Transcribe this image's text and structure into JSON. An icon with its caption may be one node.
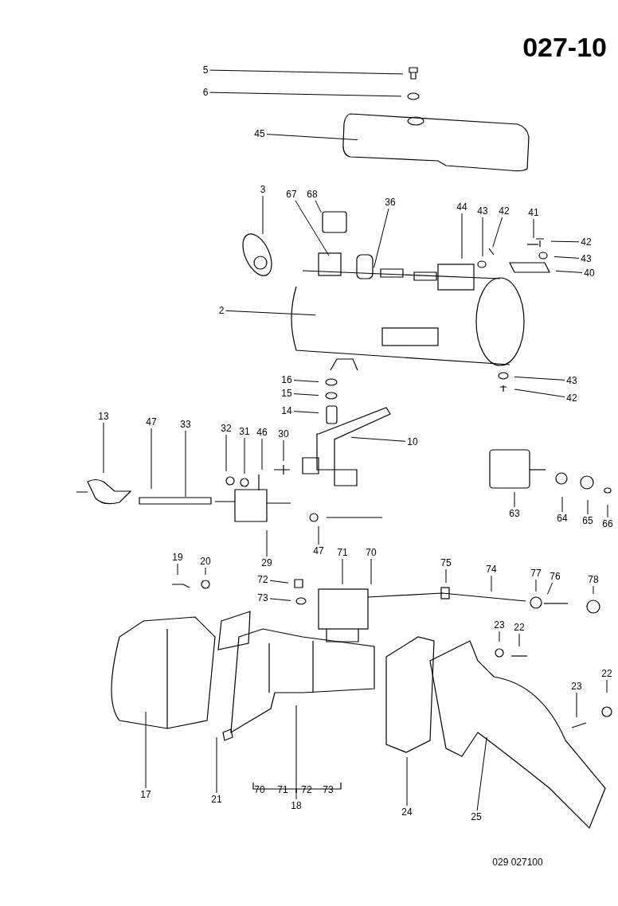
{
  "diagram": {
    "title": "027-10",
    "nodes": [
      {
        "text": [
          "5"
        ]
      },
      {
        "text": [
          "6"
        ]
      },
      {
        "text": [
          "45"
        ]
      },
      {
        "text": [
          "3"
        ]
      },
      {
        "text": [
          "67"
        ]
      },
      {
        "text": [
          "68"
        ]
      },
      {
        "text": [
          "36"
        ]
      },
      {
        "text": [
          "44"
        ]
      },
      {
        "text": [
          "43"
        ]
      },
      {
        "text": [
          "42"
        ]
      },
      {
        "text": [
          "41"
        ]
      },
      {
        "text": [
          "42"
        ]
      },
      {
        "text": [
          "43"
        ]
      },
      {
        "text": [
          "40"
        ]
      },
      {
        "text": [
          "2"
        ]
      },
      {
        "text": [
          "16"
        ]
      },
      {
        "text": [
          "43"
        ]
      },
      {
        "text": [
          "15"
        ]
      },
      {
        "text": [
          "42"
        ]
      },
      {
        "text": [
          "14"
        ]
      },
      {
        "text": [
          "13"
        ]
      },
      {
        "text": [
          "47"
        ]
      },
      {
        "text": [
          "33"
        ]
      },
      {
        "text": [
          "32"
        ]
      },
      {
        "text": [
          "31"
        ]
      },
      {
        "text": [
          "46"
        ]
      },
      {
        "text": [
          "30"
        ]
      },
      {
        "text": [
          "10"
        ]
      },
      {
        "text": [
          "63"
        ]
      },
      {
        "text": [
          "64"
        ]
      },
      {
        "text": [
          "65"
        ]
      },
      {
        "text": [
          "66"
        ]
      },
      {
        "text": [
          "29"
        ]
      },
      {
        "text": [
          "47"
        ]
      },
      {
        "text": [
          "71"
        ]
      },
      {
        "text": [
          "70"
        ]
      },
      {
        "text": [
          "19"
        ]
      },
      {
        "text": [
          "20"
        ]
      },
      {
        "text": [
          "72"
        ]
      },
      {
        "text": [
          "73"
        ]
      },
      {
        "text": [
          "75"
        ]
      },
      {
        "text": [
          "74"
        ]
      },
      {
        "text": [
          "77"
        ]
      },
      {
        "text": [
          "76"
        ]
      },
      {
        "text": [
          "78"
        ]
      },
      {
        "text": [
          "23"
        ]
      },
      {
        "text": [
          "22"
        ]
      },
      {
        "text": [
          "23"
        ]
      },
      {
        "text": [
          "22"
        ]
      },
      {
        "text": [
          "17"
        ]
      },
      {
        "text": [
          "21"
        ]
      },
      {
        "text": [
          "18"
        ]
      },
      {
        "text": [
          "24"
        ]
      },
      {
        "text": [
          "25"
        ]
      }
    ],
    "edges": [
      {
        "from": 0,
        "to": null,
        "arrow": "none"
      },
      {
        "from": 1,
        "to": null,
        "arrow": "none"
      },
      {
        "from": 2,
        "to": null,
        "arrow": "none"
      },
      {
        "from": 3,
        "to": null,
        "arrow": "none"
      },
      {
        "from": 4,
        "to": null,
        "arrow": "none"
      },
      {
        "from": 5,
        "to": null,
        "arrow": "none"
      },
      {
        "from": 6,
        "to": null,
        "arrow": "none"
      },
      {
        "from": 7,
        "to": null,
        "arrow": "none"
      },
      {
        "from": 8,
        "to": null,
        "arrow": "none"
      },
      {
        "from": 9,
        "to": null,
        "arrow": "none"
      },
      {
        "from": 10,
        "to": null,
        "arrow": "none"
      },
      {
        "from": 11,
        "to": null,
        "arrow": "none"
      },
      {
        "from": 12,
        "to": null,
        "arrow": "none"
      },
      {
        "from": 13,
        "to": null,
        "arrow": "none"
      },
      {
        "from": 14,
        "to": null,
        "arrow": "none"
      },
      {
        "from": 15,
        "to": null,
        "arrow": "none"
      },
      {
        "from": 16,
        "to": null,
        "arrow": "none"
      },
      {
        "from": 17,
        "to": null,
        "arrow": "none"
      },
      {
        "from": 18,
        "to": null,
        "arrow": "none"
      },
      {
        "from": 19,
        "to": null,
        "arrow": "none"
      },
      {
        "from": 20,
        "to": null,
        "arrow": "none"
      },
      {
        "from": 21,
        "to": null,
        "arrow": "none"
      },
      {
        "from": 22,
        "to": null,
        "arrow": "none"
      },
      {
        "from": 23,
        "to": null,
        "arrow": "none"
      },
      {
        "from": 24,
        "to": null,
        "arrow": "none"
      },
      {
        "from": 25,
        "to": null,
        "arrow": "none"
      },
      {
        "from": 26,
        "to": null,
        "arrow": "none"
      },
      {
        "from": 27,
        "to": null,
        "arrow": "none"
      },
      {
        "from": 28,
        "to": null,
        "arrow": "none"
      },
      {
        "from": 29,
        "to": null,
        "arrow": "none"
      },
      {
        "from": 30,
        "to": null,
        "arrow": "none"
      },
      {
        "from": 31,
        "to": null,
        "arrow": "none"
      },
      {
        "from": 32,
        "to": null,
        "arrow": "none"
      },
      {
        "from": 33,
        "to": null,
        "arrow": "none"
      },
      {
        "from": 34,
        "to": null,
        "arrow": "none"
      },
      {
        "from": 35,
        "to": null,
        "arrow": "none"
      },
      {
        "from": 36,
        "to": null,
        "arrow": "none"
      },
      {
        "from": 37,
        "to": null,
        "arrow": "none"
      },
      {
        "from": 38,
        "to": null,
        "arrow": "none"
      },
      {
        "from": 39,
        "to": null,
        "arrow": "none"
      },
      {
        "from": 40,
        "to": null,
        "arrow": "none"
      },
      {
        "from": 41,
        "to": null,
        "arrow": "none"
      },
      {
        "from": 42,
        "to": null,
        "arrow": "none"
      },
      {
        "from": 43,
        "to": null,
        "arrow": "none"
      },
      {
        "from": 44,
        "to": null,
        "arrow": "none"
      },
      {
        "from": 45,
        "to": null,
        "arrow": "none"
      },
      {
        "from": 46,
        "to": null,
        "arrow": "none"
      },
      {
        "from": 47,
        "to": null,
        "arrow": "none"
      },
      {
        "from": 48,
        "to": null,
        "arrow": "none"
      },
      {
        "from": 49,
        "to": null,
        "arrow": "none"
      },
      {
        "from": 50,
        "to": null,
        "arrow": "none"
      },
      {
        "from": 51,
        "to": null,
        "arrow": "none"
      },
      {
        "from": 52,
        "to": null,
        "arrow": "none"
      },
      {
        "from": 53,
        "to": null,
        "arrow": "none"
      }
    ],
    "labels": [
      "70",
      "71",
      "72",
      "73",
      "029 027100"
    ]
  }
}
